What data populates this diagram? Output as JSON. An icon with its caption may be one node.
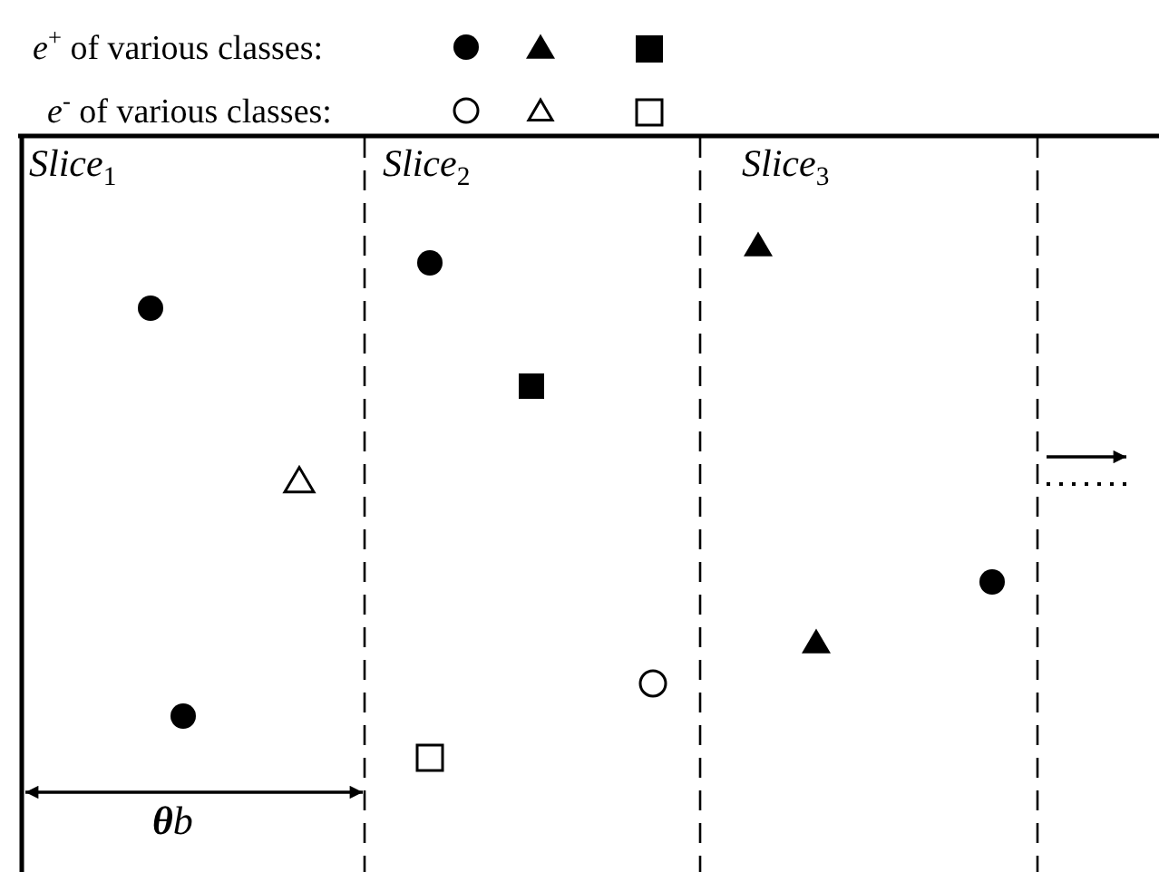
{
  "diagram": {
    "labels": [
      "Slice$_{1}$",
      "Slice$_{2}$",
      "Slice$_{3}$",
      "**θ**b"
    ],
    "legend": [
      {
        "text": "*e*$^{+}$ of various classes:"
      },
      {
        "text": "*e*$^{-}$ of various classes:"
      }
    ]
  }
}
